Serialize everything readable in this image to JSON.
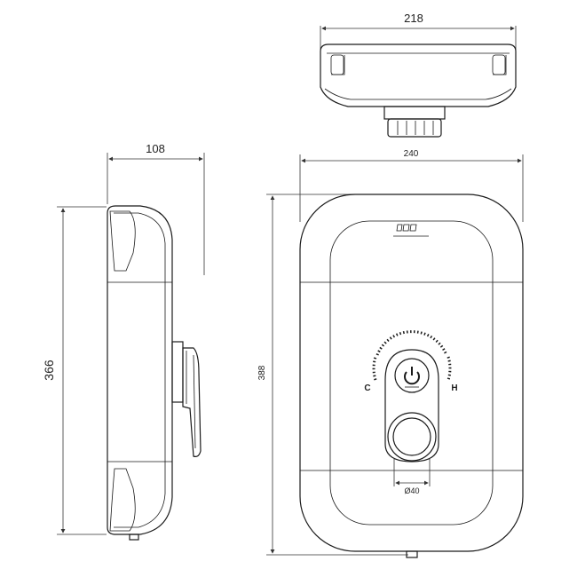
{
  "drawing": {
    "top_view": {
      "width_label": "218"
    },
    "side_view": {
      "depth_label": "108",
      "height_label": "366"
    },
    "front_view": {
      "width_label": "240",
      "height_label": "388",
      "outlet_label": "Ø40",
      "cold_marker": "C",
      "hot_marker": "H"
    }
  }
}
